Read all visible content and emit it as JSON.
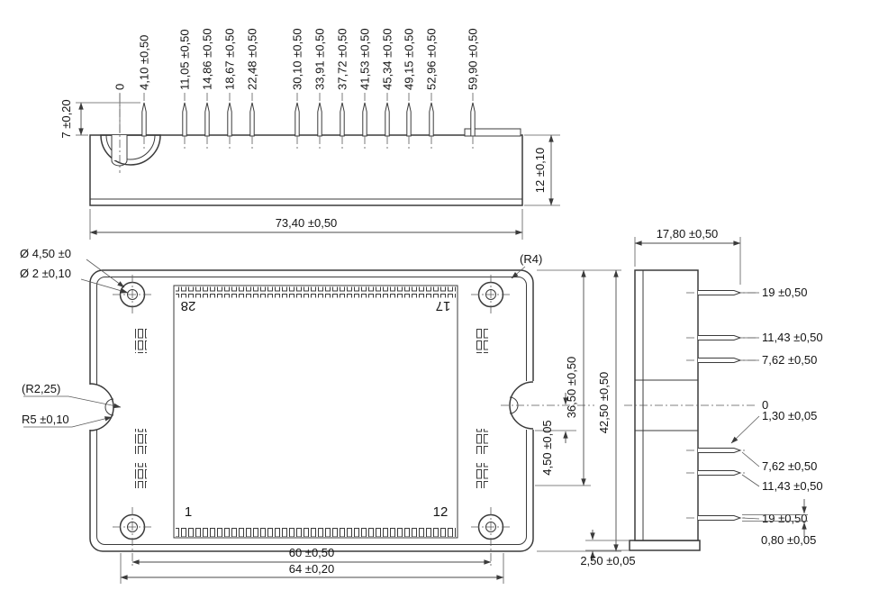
{
  "meta": {
    "background": "#ffffff",
    "line_color": "#3b3b3b",
    "text_color": "#141414"
  },
  "top_view": {
    "positions": [
      "0",
      "4,10 ±0,50",
      "11,05 ±0,50",
      "14,86 ±0,50",
      "18,67 ±0,50",
      "22,48 ±0,50",
      "30,10 ±0,50",
      "33,91 ±0,50",
      "37,72 ±0,50",
      "41,53 ±0,50",
      "45,34 ±0,50",
      "49,15 ±0,50",
      "52,96 ±0,50",
      "59,90 ±0,50"
    ],
    "pin_height": "7 ±0,20",
    "body_height": "12 ±0,10",
    "overall_length": "73,40 ±0,50"
  },
  "plan_view": {
    "hole_outer_dia": "Ø 4,50 ±0",
    "hole_inner_dia": "Ø 2 ±0,10",
    "corner_radius": "(R4)",
    "notch_radius_small": "(R2,25)",
    "notch_radius_large": "R5 ±0,10",
    "pin_numbers": {
      "top_left": "28",
      "top_right": "17",
      "bottom_left": "1",
      "bottom_right": "12"
    },
    "inner_height": "36,50 ±0,50",
    "notch_offset": "4,50 ±0,05",
    "hole_span": "60 ±0,50",
    "outer_width": "64 ±0,20",
    "overall_height": "42,50 ±0,50"
  },
  "side_view": {
    "depth": "17,80 ±0,50",
    "pin_offsets": [
      "19 ±0,50",
      "11,43 ±0,50",
      "7,62 ±0,50",
      "0",
      "1,30 ±0,05",
      "7,62 ±0,50",
      "11,43 ±0,50",
      "19 ±0,50"
    ],
    "pin_thickness": "0,80 ±0,05",
    "baseplate_thickness": "2,50 ±0,05"
  }
}
